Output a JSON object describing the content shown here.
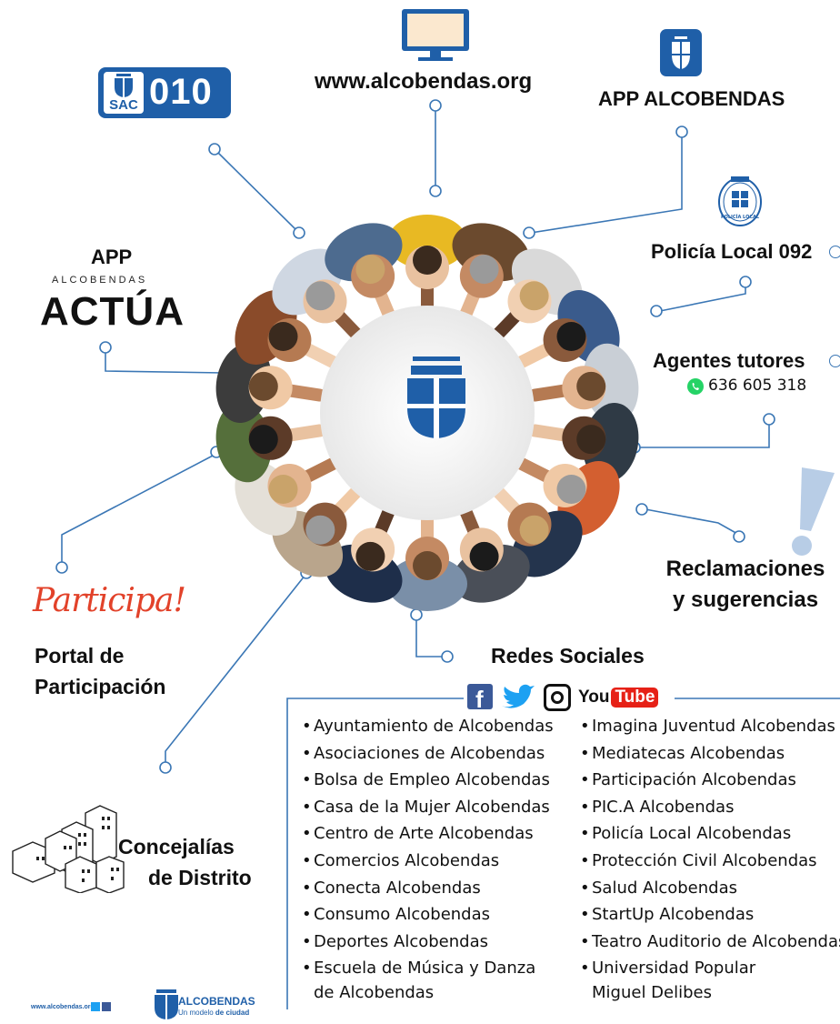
{
  "sac": {
    "badge_top": "SAC",
    "number": "010"
  },
  "web": {
    "label": "www.alcobendas.org"
  },
  "app_alcobendas": {
    "label": "APP ALCOBENDAS"
  },
  "policia": {
    "label": "Policía Local 092",
    "seal_text": "POLICÍA LOCAL"
  },
  "app_actua": {
    "title": "APP",
    "subtitle": "ALCOBENDAS",
    "name": "ACTÚA"
  },
  "agentes": {
    "label": "Agentes tutores",
    "phone": "636 605 318"
  },
  "reclamaciones": {
    "line1": "Reclamaciones",
    "line2": "y sugerencias"
  },
  "participa": {
    "logo": "Participa!",
    "line1": "Portal de",
    "line2": "Participación"
  },
  "redes": {
    "title": "Redes Sociales",
    "youtube_you": "You",
    "youtube_tube": "Tube"
  },
  "concejalias": {
    "line1": "Concejalías",
    "line2": "de Distrito"
  },
  "footer": {
    "url": "www.alcobendas.org",
    "brand": "ALCOBENDAS",
    "tagline_1": "Un modelo",
    "tagline_2": "de ciudad"
  },
  "list_left": [
    "Ayuntamiento de Alcobendas",
    "Asociaciones de Alcobendas",
    "Bolsa de Empleo Alcobendas",
    "Casa de la Mujer Alcobendas",
    "Centro de Arte Alcobendas",
    "Comercios Alcobendas",
    "Conecta Alcobendas",
    "Consumo Alcobendas",
    "Deportes Alcobendas",
    "Escuela de Música y Danza",
    "de Alcobendas"
  ],
  "list_right": [
    "Imagina Juventud Alcobendas",
    "Mediatecas Alcobendas",
    "Participación Alcobendas",
    "PIC.A Alcobendas",
    "Policía Local Alcobendas",
    "Protección Civil Alcobendas",
    "Salud Alcobendas",
    "StartUp Alcobendas",
    "Teatro Auditorio de Alcobendas",
    "Universidad Popular",
    "Miguel Delibes"
  ],
  "colors": {
    "brand_blue": "#1f5fa8",
    "line_blue": "#3b77b5",
    "warning_light": "#b8cde6",
    "participa_red": "#e2422a",
    "whatsapp": "#25d366",
    "facebook": "#3b5998",
    "twitter": "#1da1f2",
    "youtube": "#e62117"
  },
  "icons": [
    "monitor-icon",
    "app-shield-icon",
    "police-seal-icon",
    "whatsapp-icon",
    "exclamation-icon",
    "facebook-icon",
    "twitter-icon",
    "instagram-icon",
    "youtube-icon",
    "buildings-icon",
    "alcobendas-crest-icon"
  ]
}
